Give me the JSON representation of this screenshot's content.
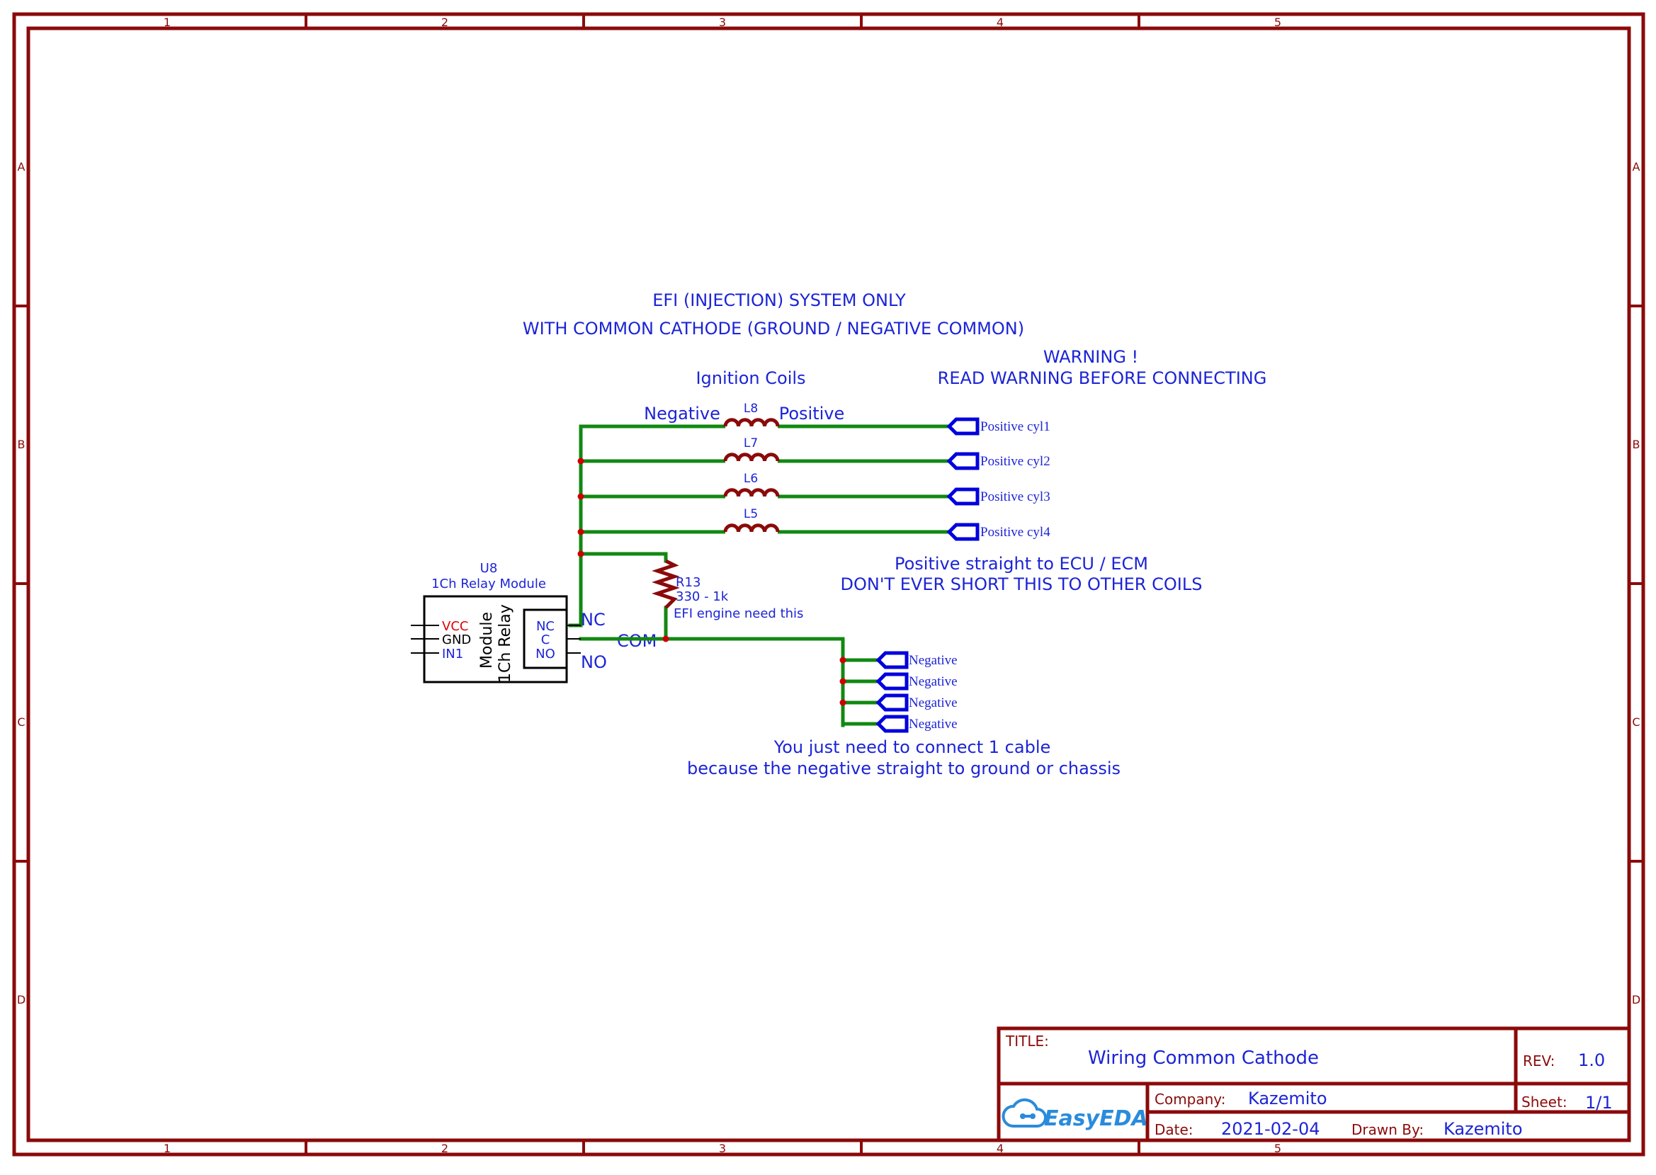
{
  "colors": {
    "frame": "#8b0a0a",
    "wire": "#118811",
    "junction": "#cc0000",
    "annotation": "#1c24d6",
    "component": "#000000",
    "pin_red": "#e00000",
    "pin_blue": "#1c24d6",
    "port": "#0000dd"
  },
  "frame": {
    "columns": [
      "1",
      "2",
      "3",
      "4",
      "5"
    ],
    "rows": [
      "A",
      "B",
      "C",
      "D"
    ]
  },
  "annotations": {
    "efi_title": "EFI (INJECTION) SYSTEM ONLY",
    "cathode_subtitle": "WITH COMMON CATHODE (GROUND / NEGATIVE COMMON)",
    "warning_title": "WARNING !",
    "warning_text": "READ WARNING BEFORE CONNECTING",
    "ignition_coils": "Ignition Coils",
    "negative_label": "Negative",
    "positive_label": "Positive",
    "ecu_note_1": "Positive straight to ECU / ECM",
    "ecu_note_2": "DON'T EVER SHORT THIS TO OTHER COILS",
    "cable_note_1": "You just need to connect 1 cable",
    "cable_note_2": "because the negative straight to ground or chassis",
    "nc_net": "NC",
    "com_net": "COM",
    "no_net": "NO"
  },
  "coils": [
    {
      "ref": "L8",
      "port": "Positive cyl1"
    },
    {
      "ref": "L7",
      "port": "Positive cyl2"
    },
    {
      "ref": "L6",
      "port": "Positive cyl3"
    },
    {
      "ref": "L5",
      "port": "Positive cyl4"
    }
  ],
  "resistor": {
    "ref": "R13",
    "value": "330 - 1k",
    "note": "EFI engine need this"
  },
  "relay": {
    "ref": "U8",
    "name": "1Ch Relay Module",
    "body_line1": "1Ch Relay",
    "body_line2": "Module",
    "left_pins": [
      "VCC",
      "GND",
      "IN1"
    ],
    "right_pins": [
      "NC",
      "C",
      "NO"
    ]
  },
  "ground_ports": [
    "Negative",
    "Negative",
    "Negative",
    "Negative"
  ],
  "title_block": {
    "title_label": "TITLE:",
    "title": "Wiring Common Cathode",
    "rev_label": "REV:",
    "rev": "1.0",
    "company_label": "Company:",
    "company": "Kazemito",
    "sheet_label": "Sheet:",
    "sheet": "1/1",
    "date_label": "Date:",
    "date": "2021-02-04",
    "drawn_label": "Drawn By:",
    "drawn_by": "Kazemito",
    "logo": "EasyEDA"
  }
}
